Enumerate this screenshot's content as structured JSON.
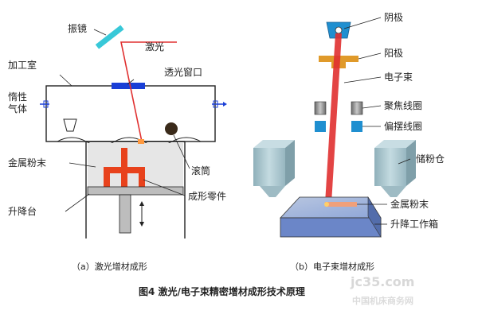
{
  "figure": {
    "caption": "图4  激光/电子束精密增材成形技术原理",
    "watermark": "jc35.com",
    "watermark_sub": "中国机床商务网"
  },
  "laser_panel": {
    "caption": "（a）激光增材成形",
    "labels": {
      "galvo_mirror": "振镜",
      "laser": "激光",
      "chamber": "加工室",
      "window": "透光窗口",
      "inert_gas": "惰性气体",
      "metal_powder": "金属粉末",
      "roller": "滚筒",
      "part": "成形零件",
      "platform": "升降台"
    }
  },
  "ebeam_panel": {
    "caption": "（b）电子束增材成形",
    "labels": {
      "cathode": "阴极",
      "anode": "阳极",
      "electron_beam": "电子束",
      "focus_coil": "聚焦线圈",
      "deflection_coil": "偏摆线圈",
      "powder_hopper": "储粉仓",
      "metal_powder": "金属粉末",
      "build_box": "升降工作箱"
    }
  },
  "colors": {
    "beam": "#e03030",
    "part": "#e8421c",
    "window": "#1a3fd6",
    "mirror": "#38c8d8",
    "coil_blue": "#1f8fd0",
    "anode": "#e09a2a",
    "hopper": "#a8c4cc",
    "box_top": "#8fb4f0",
    "box_side": "#6b86c8"
  }
}
